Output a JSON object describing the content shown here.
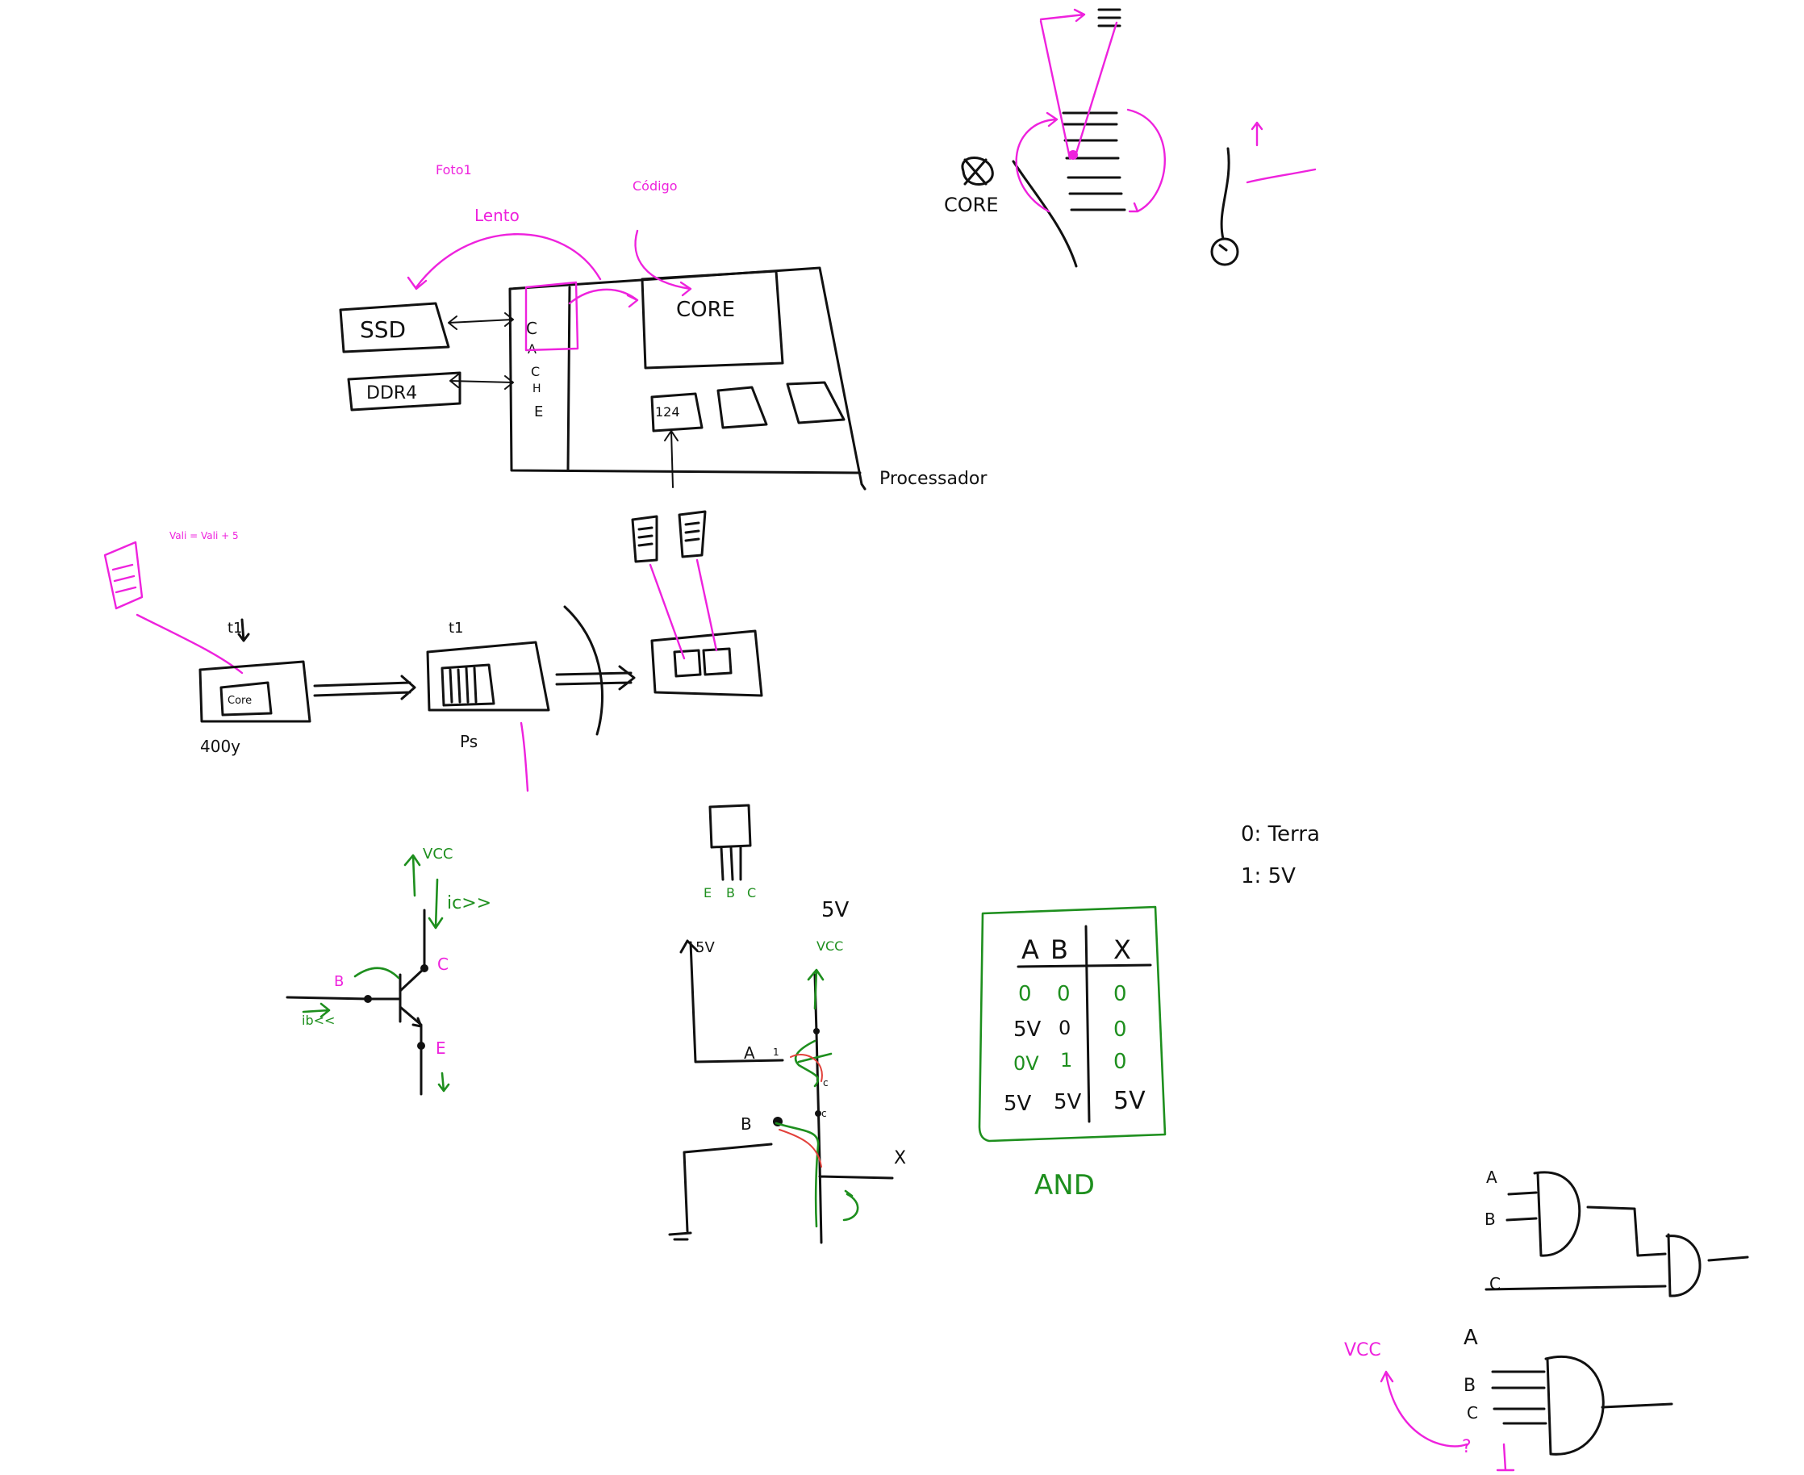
{
  "colors": {
    "ink": "#111111",
    "pink": "#ee22dd",
    "green": "#1e8f1e",
    "red": "#e2413b",
    "background": "#ffffff"
  },
  "cache_diagram": {
    "ssd_label": "SSD",
    "ddr_label": "DDR4",
    "cache_letters": [
      "C",
      "A",
      "C",
      "H",
      "E"
    ],
    "core_label": "CORE",
    "cpu_box_label": "124",
    "processor_label": "Processador",
    "annotation_foto": "Foto1",
    "annotation_lento": "Lento",
    "annotation_codigo": "Código"
  },
  "core_sketch": {
    "core_label": "CORE"
  },
  "pipeline_sketch": {
    "core_label": "Core",
    "top_note": "Vali = Vali + 5",
    "label_t1": "t1",
    "label_year": "400y",
    "label_ps": "Ps"
  },
  "transistor_sketch": {
    "vcc_label": "VCC",
    "ic_label": "ic>>",
    "b_label": "B",
    "ib_label": "ib<<",
    "c_label": "C",
    "e_label": "E"
  },
  "and_circuit": {
    "pin_labels": [
      "E",
      "B",
      "C"
    ],
    "label_5v_top": "5V",
    "label_5v_left": "5V",
    "vcc_label": "VCC",
    "a_label": "A",
    "a_one": "1",
    "b_label": "B",
    "x_label": "X",
    "c1_label": "c",
    "c2_label": "c"
  },
  "truth_table": {
    "headers": [
      "A",
      "B",
      "X"
    ],
    "rows": [
      [
        "0",
        "0",
        "0"
      ],
      [
        "5V",
        "0",
        "0"
      ],
      [
        "0V",
        "1",
        "0"
      ],
      [
        "5V",
        "5V",
        "5V"
      ]
    ],
    "caption": "AND"
  },
  "legend": {
    "line_0": "0: Terra",
    "line_1": "1: 5V"
  },
  "gate_sketches": {
    "gate1_inputs": [
      "A",
      "B",
      "C"
    ],
    "gate2_inputs": [
      "A",
      "B",
      "C"
    ],
    "vcc_label": "VCC",
    "question_mark": "?"
  }
}
